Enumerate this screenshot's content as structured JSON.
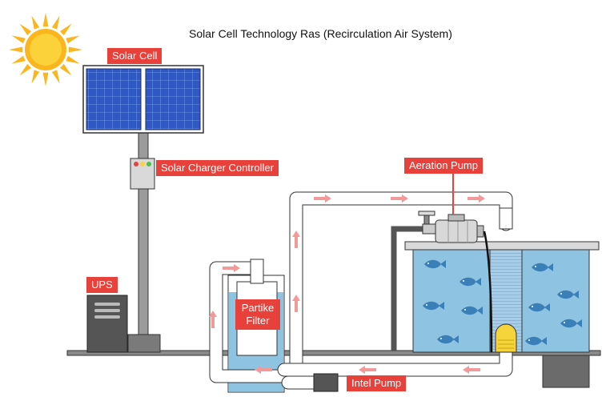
{
  "title": "Solar  Cell Technology Ras (Recirculation Air System)",
  "labels": {
    "solar_cell": "Solar Cell",
    "charger": "Solar Charger Controller",
    "aeration_pump": "Aeration Pump",
    "ups": "UPS",
    "filter_line1": "Partike",
    "filter_line2": "Filter",
    "intel_pump": "Intel Pump"
  },
  "colors": {
    "label_bg": "#e8403a",
    "water": "#8fc3e2",
    "panel": "#2f58c4",
    "pipe": "#ffffff",
    "arrow": "#f29a9a",
    "sun": "#fbb61f",
    "fish": "#3b7fb8"
  }
}
